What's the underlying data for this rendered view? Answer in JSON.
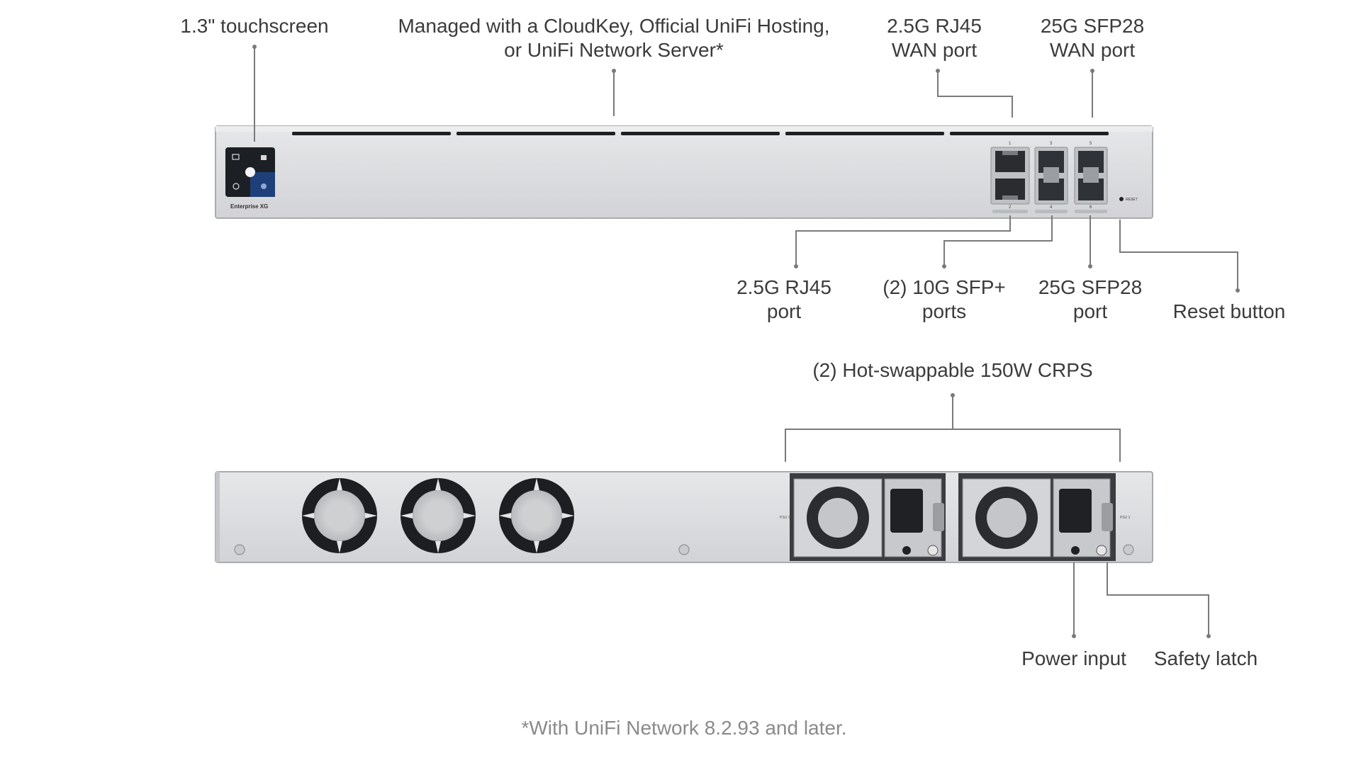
{
  "front_callouts": {
    "touchscreen": "1.3\" touchscreen",
    "managed_line1": "Managed with a CloudKey, Official UniFi Hosting,",
    "managed_line2": "or UniFi Network Server*",
    "wan_rj45_line1": "2.5G RJ45",
    "wan_rj45_line2": "WAN port",
    "wan_sfp28_line1": "25G SFP28",
    "wan_sfp28_line2": "WAN port",
    "rj45_line1": "2.5G RJ45",
    "rj45_line2": "port",
    "sfpplus_line1": "(2) 10G SFP+",
    "sfpplus_line2": "ports",
    "sfp28_line1": "25G SFP28",
    "sfp28_line2": "port",
    "reset": "Reset button"
  },
  "rear_callouts": {
    "psu": "(2) Hot-swappable 150W CRPS",
    "power_input": "Power input",
    "safety_latch": "Safety latch"
  },
  "device_labels": {
    "model": "Enterprise XG",
    "reset_mark": "RESET",
    "psu1": "PSU 1",
    "psu2": "PSU 2",
    "port_numbers": [
      "1",
      "2",
      "3",
      "4",
      "5",
      "6"
    ]
  },
  "footnote": "*With UniFi Network 8.2.93 and later.",
  "colors": {
    "chassis": "#d9dadc",
    "chassis_edge": "#a9abae",
    "leader_line": "#7a7a7a",
    "screen_dark": "#1c1f24",
    "screen_blue": "#1e3f7a",
    "text": "#3b3b3b",
    "footnote_text": "#8a8a8a"
  }
}
